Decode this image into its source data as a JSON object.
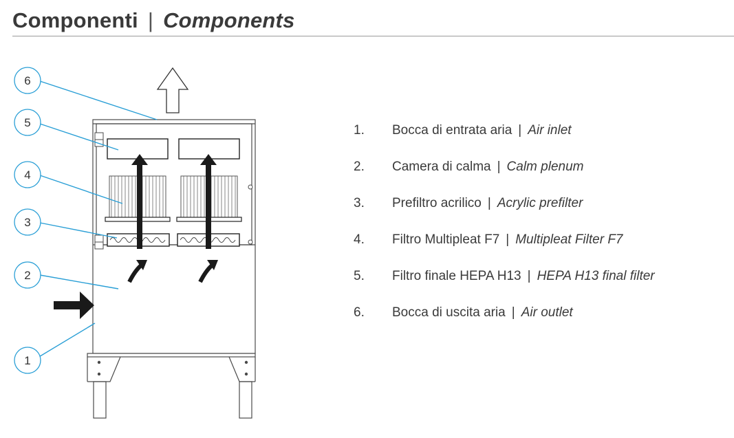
{
  "header": {
    "title_it": "Componenti",
    "separator": "|",
    "title_en": "Components"
  },
  "colors": {
    "callout": "#2a9fd6",
    "text": "#3a3a3a",
    "arrow": "#1a1a1a",
    "outline": "#4a4a4a"
  },
  "callouts": [
    "6",
    "5",
    "4",
    "3",
    "2",
    "1"
  ],
  "legend": [
    {
      "num": "1.",
      "it": "Bocca di entrata aria",
      "sep": "|",
      "en": "Air inlet"
    },
    {
      "num": "2.",
      "it": "Camera di calma",
      "sep": "|",
      "en": "Calm plenum"
    },
    {
      "num": "3.",
      "it": "Prefiltro acrilico",
      "sep": "|",
      "en": "Acrylic prefilter"
    },
    {
      "num": "4.",
      "it": "Filtro Multipleat F7",
      "sep": "|",
      "en": "Multipleat Filter F7"
    },
    {
      "num": "5.",
      "it": "Filtro finale HEPA H13",
      "sep": "|",
      "en": "HEPA H13 final filter"
    },
    {
      "num": "6.",
      "it": "Bocca di uscita aria",
      "sep": "|",
      "en": "Air outlet"
    }
  ]
}
